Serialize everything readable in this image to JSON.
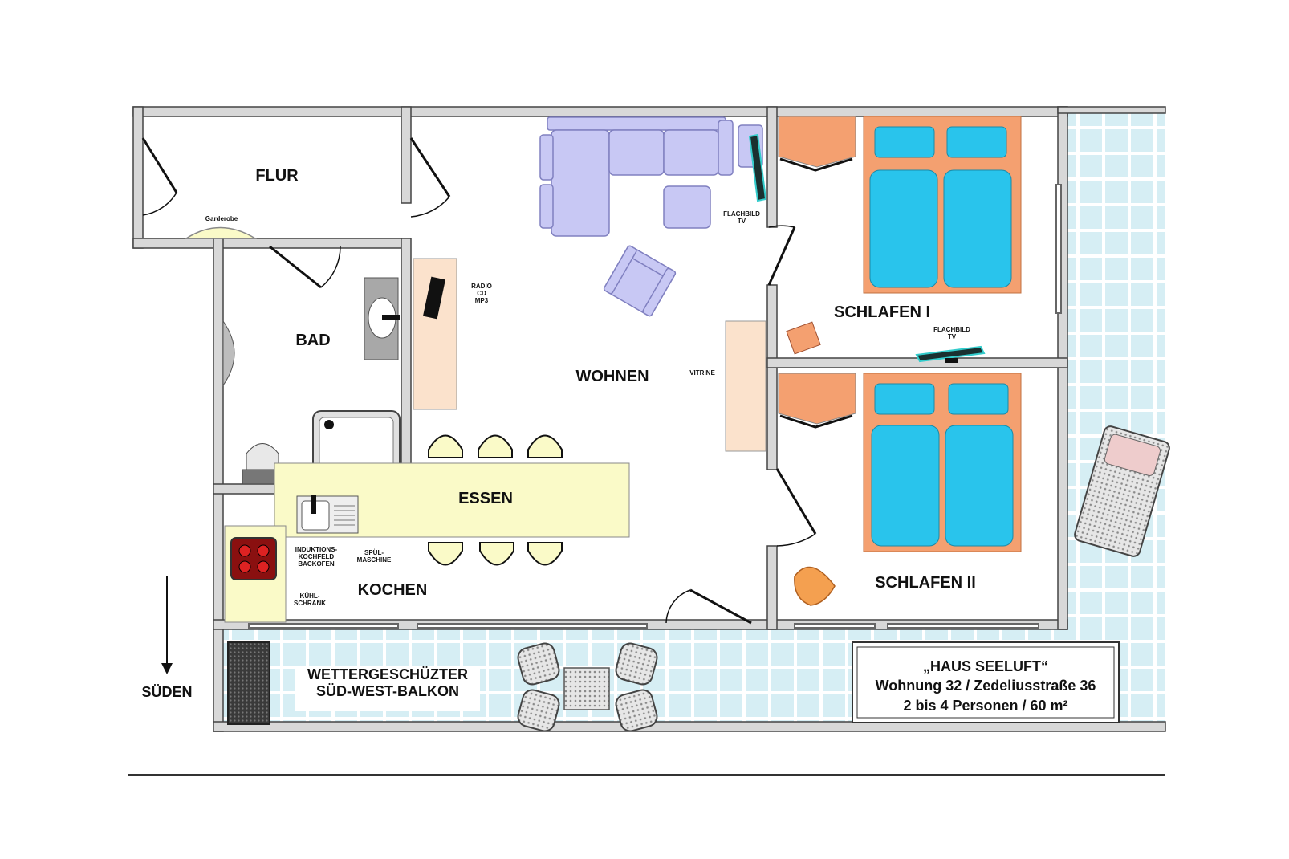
{
  "rooms": {
    "flur": "FLUR",
    "bad": "BAD",
    "wohnen": "WOHNEN",
    "essen": "ESSEN",
    "kochen": "KOCHEN",
    "schlafen1": "SCHLAFEN  I",
    "schlafen2": "SCHLAFEN  II"
  },
  "labels": {
    "garderobe": "Garderobe",
    "radio": [
      "RADIO",
      "CD",
      "MP3"
    ],
    "flachbild_wohnen": [
      "FLACHBILD",
      "TV"
    ],
    "flachbild_schlafen": [
      "FLACHBILD",
      "TV"
    ],
    "vitrine": "VITRINE",
    "induktion": [
      "INDUKTIONS-",
      "KOCHFELD",
      "BACKOFEN"
    ],
    "spuel": [
      "SPÜL-",
      "MASCHINE"
    ],
    "kuehl": [
      "KÜHL-",
      "SCHRANK"
    ],
    "balkon": [
      "WETTERGESCHÜZTER",
      "SÜD-WEST-BALKON"
    ],
    "sueden": "SÜDEN"
  },
  "info_box": {
    "line1": "„HAUS SEELUFT“",
    "line2": "Wohnung 32 / Zedeliusstraße  36",
    "line3": "2 bis 4 Personen / 60 m²"
  },
  "colors": {
    "sofa": "#c8c8f4",
    "bed": "#29c4ec",
    "bed_frame": "#f4a070",
    "kitchen": "#fafac8",
    "shelf": "#fbe2cc",
    "wall": "#d8d8d8",
    "balcony_tile": "#d6eef4"
  }
}
